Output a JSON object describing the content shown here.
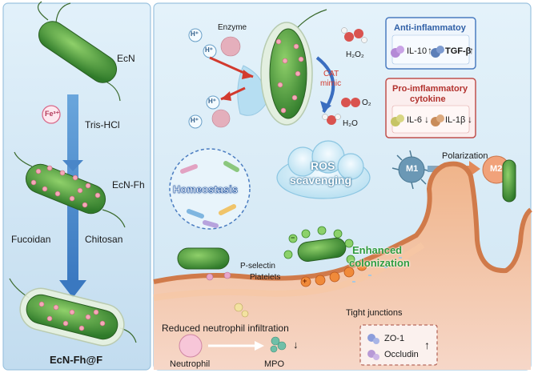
{
  "left_panel": {
    "stage1": "EcN",
    "ion": "Fe³⁺",
    "step1": "Tris-HCl",
    "stage2": "EcN-Fh",
    "reagent_left": "Fucoidan",
    "reagent_right": "Chitosan",
    "stage3": "EcN-Fh@F"
  },
  "top": {
    "enzyme": "Enzyme",
    "h2o2": "H₂O₂",
    "cat_line1": "CAT",
    "cat_line2": "mimic",
    "o2": "O₂",
    "h2o": "H₂O",
    "h_ion": "H⁺"
  },
  "anti_box": {
    "title": "Anti-inflammatoy",
    "item1": "IL-10",
    "item2": "TGF-β"
  },
  "pro_box": {
    "title_line1": "Pro-imflammatory",
    "title_line2": "cytokine",
    "item1": "IL-6",
    "item2": "IL-1β"
  },
  "middle": {
    "homeostasis": "Homeostasis",
    "ros_line1": "ROS",
    "ros_line2": "scavenging",
    "m1": "M1",
    "polarization": "Polarization",
    "m2": "M2"
  },
  "bottom": {
    "enhanced_line1": "Enhanced",
    "enhanced_line2": "colonization",
    "pselectin": "P-selectin",
    "platelets": "Platelets",
    "tight": "Tight junctions",
    "reduced": "Reduced neutrophil infiltration",
    "neutrophil": "Neutrophil",
    "mpo": "MPO",
    "zo1": "ZO-1",
    "occludin": "Occludin"
  },
  "arrows": {
    "up": "↑",
    "down": "↓"
  },
  "colors": {
    "left_bg": "#c9e3f2",
    "right_bg": "#d6ebf6",
    "bacteria_green": "#4a9a3a",
    "anti_border": "#4a7cc0",
    "pro_border": "#c0504d",
    "enhanced": "#2e9b3e",
    "arrow_blue": "#4a86c8",
    "tissue_orange": "#e59a6a"
  }
}
